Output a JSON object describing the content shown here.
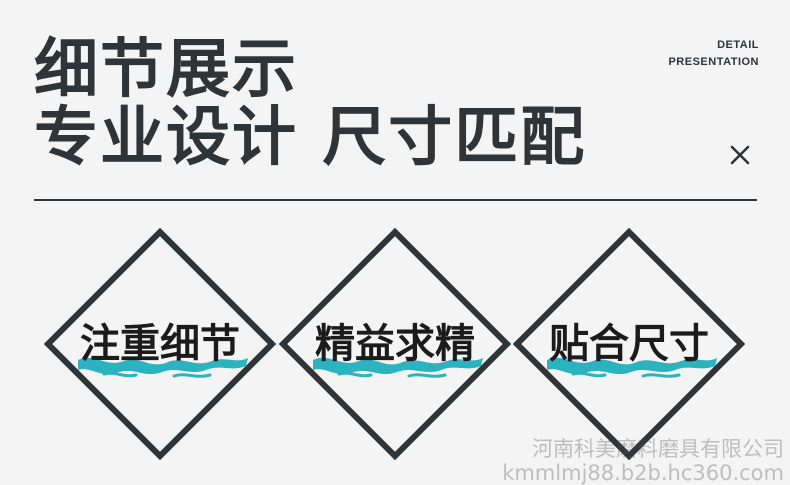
{
  "header": {
    "title_line1": "细节展示",
    "title_line2": "专业设计  尺寸匹配",
    "detail_line1": "DETAIL",
    "detail_line2": "PRESENTATION"
  },
  "icons": {
    "close": "close-icon"
  },
  "features": [
    {
      "label": "注重细节"
    },
    {
      "label": "精益求精"
    },
    {
      "label": "贴合尺寸"
    }
  ],
  "watermark": {
    "line1": "河南科美磨料磨具有限公司",
    "line2": "kmmlmj88.b2b.hc360.com"
  },
  "colors": {
    "background": "#f4f4f4",
    "text": "#2f3438",
    "diamond_border": "#2f3438",
    "accent_wave": "#2bb3bf"
  }
}
